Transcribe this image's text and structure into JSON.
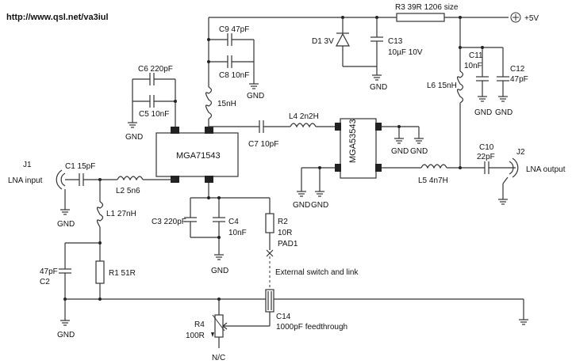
{
  "header": {
    "url": "http://www.qsl.net/va3iul"
  },
  "supply": {
    "label": "+5V"
  },
  "components": {
    "r3": "R3 39R 1206 size",
    "d1": "D1 3V",
    "c13": [
      "C13",
      "10µF 10V"
    ],
    "c9": "C9 47pF",
    "c8": "C8 10nF",
    "c6": "C6 220pF",
    "c5": "C5 10nF",
    "l3": "15nH",
    "c11": [
      "C11",
      "10nF"
    ],
    "c12": [
      "C12",
      "47pF"
    ],
    "l6": "L6 15nH",
    "u1": "MGA71543",
    "u2": "MGA53543",
    "c7": "C7 10pF",
    "l4": "L4 2n2H",
    "c10": [
      "C10",
      "22pF"
    ],
    "l5": "L5 4n7H",
    "j1": "J1",
    "j2": "J2",
    "c1": "C1 15pF",
    "l2": "L2 5n6",
    "l1": "L1 27nH",
    "c2": [
      "47pF",
      "C2"
    ],
    "r1": "R1 51R",
    "c3": "C3 220pF",
    "c4": [
      "C4",
      "10nF"
    ],
    "r2": [
      "R2",
      "10R",
      "PAD1"
    ],
    "c14": [
      "C14",
      "1000pF feedthrough"
    ],
    "r4": [
      "R4",
      "100R"
    ]
  },
  "ports": {
    "input": "LNA input",
    "output": "LNA output"
  },
  "notes": {
    "switch": "External switch and link",
    "nc": "N/C"
  },
  "gnd": "GND"
}
